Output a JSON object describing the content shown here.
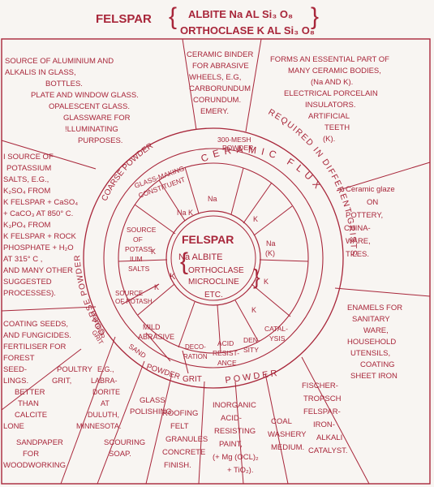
{
  "header": {
    "felspar": "FELSPAR",
    "albite": "ALBITE Na AL Si₃ O₈",
    "orthoclase": "ORTHOCLASE K AL Si₃ O₈"
  },
  "center": {
    "title": "FELSPAR",
    "na_albite": "Na ALBITE",
    "k": "K",
    "orthoclase": "ORTHOCLASE",
    "microcline": "MICROCLINE",
    "etc": "ETC."
  },
  "inner_ring": {
    "na1": "Na",
    "nak": "Na K",
    "k1": "K",
    "na_k": "Na",
    "na_k2": "(K)",
    "k2": "K",
    "k3": "K",
    "k4": "K",
    "k5": "K",
    "glass1": "GLASS-MAKING",
    "glass2": "CONSTITUENT",
    "potas1": "SOURCE",
    "potas2": "OF",
    "potas3": "POTASS-",
    "potas4": "IUM",
    "potas5": "SALTS",
    "potash1": "SOURCE",
    "potash2": "OF POTASH",
    "mild1": "MILD",
    "mild2": "ABRASIVE",
    "deco1": "DECO-",
    "deco2": "RATION",
    "acid1": "ACID",
    "acid2": "RESIST-",
    "acid3": "ANCE",
    "den1": "DEN-",
    "den2": "SITY",
    "cat1": "CATAL-",
    "cat2": "YSIS"
  },
  "outer_ring": {
    "coarse_top": "COARSE POWDER",
    "mesh1": "300-MESH",
    "mesh2": "POWDER",
    "required": "REQUIRED IN DIFFERENT GRISTS",
    "ceramic_flux": "CERAMIC FLUX",
    "coarse_left": "COARSE POWDER",
    "powder": "POWDER",
    "grit": "GRIT",
    "sand": "SAND",
    "powder2": "POWDER",
    "grit2": "GRIT",
    "powder3": "POWDER"
  },
  "outer": {
    "aluminium": [
      "SOURCE OF ALUMINIUM AND",
      "ALKALIS IN GLASS,",
      "BOTTLES.",
      "PLATE AND WINDOW GLASS.",
      "OPALESCENT GLASS.",
      "GLASSWARE FOR",
      "!LLUMINATING",
      "PURPOSES."
    ],
    "binder": [
      "CERAMIC BINDER",
      "FOR ABRASIVE",
      "WHEELS, E.G,",
      "CARBORUNDUM",
      "CORUNDUM.",
      "EMERY."
    ],
    "ceramic_bodies": [
      "FORMS AN ESSENTIAL PART OF",
      "MANY CERAMIC BODIES,",
      "(Na AND K).",
      "ELECTRICAL PORCELAIN",
      "INSULATORS.",
      "ARTIFICIAL",
      "TEETH",
      "(K)."
    ],
    "glaze": [
      "Ceramic glaze",
      "ON",
      "POTTERY,",
      "CHINA-",
      "WARE,",
      "TILES."
    ],
    "potassium": [
      "I SOURCE OF",
      "POTASSIUM",
      "SALTS, E.G.,",
      "K₂SO₄ FROM",
      "K FELSPAR + CaSO₄",
      "+ CaCO₃ AT 850° C.",
      "K₃PO₄ FROM",
      "K FELSPAR + ROCK",
      "PHOSPHATE + H₂O",
      "AT 315° C ,",
      "AND MANY OTHER",
      "SUGGESTED",
      "PROCESSES)."
    ],
    "enamels": [
      "ENAMELS FOR",
      "SANITARY",
      "WARE,",
      "HOUSEHOLD",
      "UTENSILS,",
      "COATING",
      "SHEET IRON"
    ],
    "coating": [
      "COATING SEEDS,",
      "AND FUNGICIDES.",
      "FERTILISER FOR",
      "FOREST",
      "SEED-",
      "LINGS."
    ],
    "poultry": [
      "POULTRY",
      "GRIT,"
    ],
    "better": [
      "BETTER",
      "THAN",
      "CALCITE",
      "LONE"
    ],
    "labra": [
      "E.G.,",
      "LABRA-",
      "DORITE",
      "AT",
      "DULUTH,",
      "MINNESOTA."
    ],
    "sandpaper": [
      "SANDPAPER",
      "FOR",
      "WOODWORKING"
    ],
    "glass_pol": [
      "GLASS",
      "POLISHING."
    ],
    "scouring": [
      "SCOURING",
      "SOAP."
    ],
    "roofing": [
      "ROOFING",
      "FELT",
      "GRANULES",
      "CONCRETE",
      "FINISH."
    ],
    "inorganic": [
      "INORGANIC",
      "ACID-",
      "RESISTING",
      "PAINT,",
      "(+ Mg (OCL)₂",
      "+ TiO₂)."
    ],
    "coal": [
      "COAL",
      "WASHERY",
      "MEDIUM."
    ],
    "fischer": [
      "FISCHER-",
      "TROPSCH",
      "FELSPAR-",
      "IRON-",
      "ALKALI",
      "CATALYST."
    ]
  },
  "colors": {
    "ink": "#a8263a",
    "paper": "#f8f5f2"
  }
}
